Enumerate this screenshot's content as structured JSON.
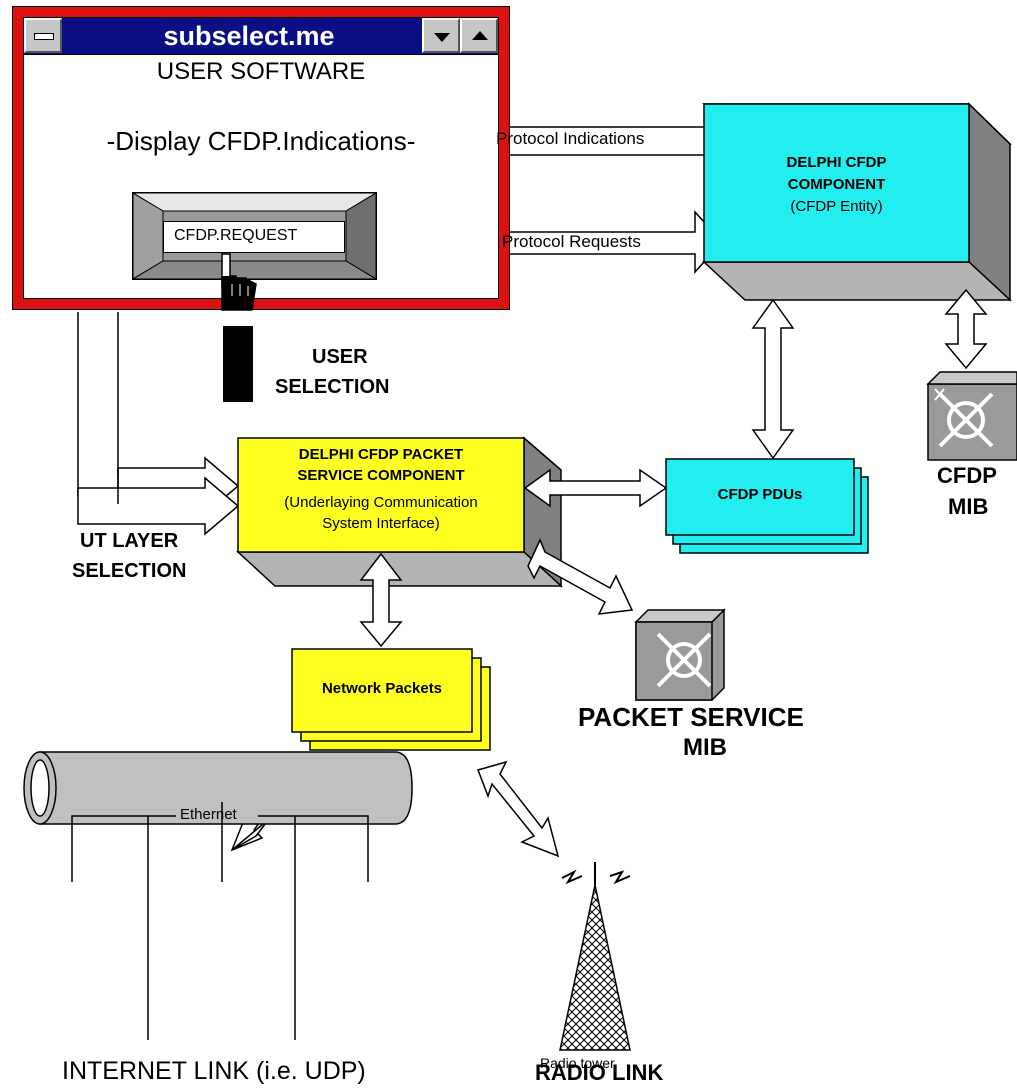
{
  "window": {
    "title": "subselect.me",
    "user_software": "USER SOFTWARE",
    "display_text": "-Display CFDP.Indications-",
    "request_button": "CFDP.REQUEST"
  },
  "arrows": {
    "indications": "Protocol Indications",
    "requests": "Protocol Requests"
  },
  "labels": {
    "user_selection_1": "USER",
    "user_selection_2": "SELECTION",
    "ut_layer_1": "UT LAYER",
    "ut_layer_2": "SELECTION",
    "cfdp_mib_1": "CFDP",
    "cfdp_mib_2": "MIB",
    "packet_mib_1": "PACKET SERVICE",
    "packet_mib_2": "MIB",
    "internet_link": "INTERNET LINK (i.e. UDP)",
    "radio_link": "RADIO LINK",
    "ethernet": "Ethernet",
    "radio_tower": "Radio tower"
  },
  "cfdp_component": {
    "line1": "DELPHI CFDP",
    "line2": "COMPONENT",
    "line3": "(CFDP Entity)"
  },
  "packet_component": {
    "line1": "DELPHI CFDP PACKET",
    "line2": "SERVICE COMPONENT",
    "line3": "(Underlaying Communication",
    "line4": "System Interface)"
  },
  "pdus": "CFDP PDUs",
  "network_packets": "Network Packets",
  "colors": {
    "window_border": "#dd1111",
    "title_bar": "#0c0e86",
    "cyan": "#22eef0",
    "yellow": "#ffff22",
    "gray": "#c0c0c0"
  }
}
